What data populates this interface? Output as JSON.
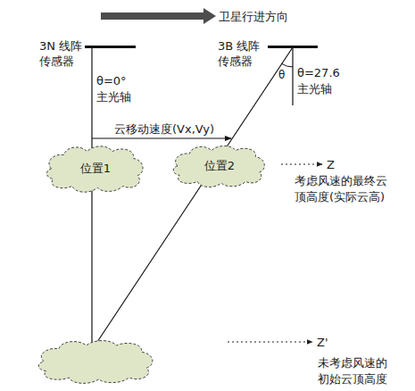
{
  "diagram": {
    "nodes": [
      {
        "text": [
          "3N 线阵 传感器"
        ]
      },
      {
        "text": [
          "3B 线阵 传感器"
        ]
      },
      {
        "text": [
          "位置1"
        ]
      },
      {
        "text": [
          "位置2"
        ]
      }
    ],
    "edges": [
      {
        "from": 0,
        "to": 2,
        "arrow": "none"
      }
    ],
    "labels": [
      "卫星行进方向",
      "θ=0° 主光轴",
      "θ",
      "θ=27.6 主光轴",
      "云移动速度(Vx,Vy)",
      "Z",
      "考虑风速的最终云 顶高度(实际云高)",
      "Z'",
      "未考虑风速的 初始云顶高度"
    ]
  }
}
